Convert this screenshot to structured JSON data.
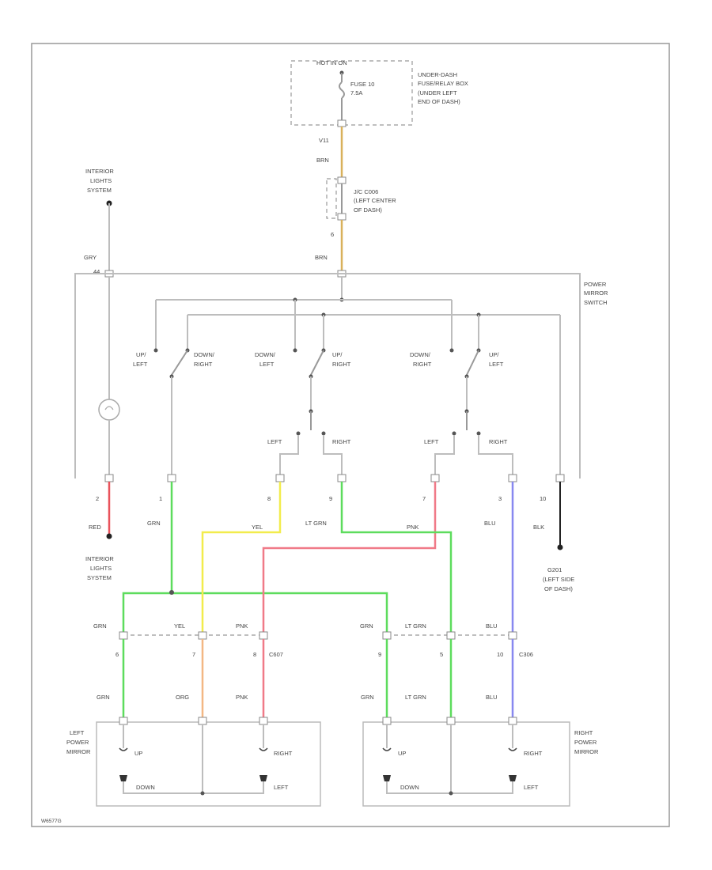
{
  "hot_label": "HOT IN ON",
  "fuse_label": [
    "FUSE 10",
    "7.5A"
  ],
  "fuse_box_label": [
    "UNDER-DASH",
    "FUSE/RELAY BOX",
    "(UNDER LEFT",
    "END OF DASH)"
  ],
  "pin_v11": "V11",
  "wire_brn_top": "BRN",
  "jc_label": [
    "J/C C006",
    "(LEFT CENTER",
    "OF DASH)"
  ],
  "pin_6": "6",
  "wire_brn_mid": "BRN",
  "int_lights_top": [
    "INTERIOR",
    "LIGHTS",
    "SYSTEM"
  ],
  "wire_gry": "GRY",
  "pin_44": "44",
  "power_mirror_switch": [
    "POWER",
    "MIRROR",
    "SWITCH"
  ],
  "switch_labels": {
    "up_left_a": [
      "UP/",
      "LEFT"
    ],
    "down_right_a": [
      "DOWN/",
      "RIGHT"
    ],
    "down_left": [
      "DOWN/",
      "LEFT"
    ],
    "up_right": [
      "UP/",
      "RIGHT"
    ],
    "down_right_b": [
      "DOWN/",
      "RIGHT"
    ],
    "up_left_b": [
      "UP/",
      "LEFT"
    ]
  },
  "selector": {
    "left1": "LEFT",
    "right1": "RIGHT",
    "left2": "LEFT",
    "right2": "RIGHT"
  },
  "switch_pins": [
    "2",
    "1",
    "8",
    "9",
    "7",
    "3",
    "10"
  ],
  "switch_wires": [
    "RED",
    "GRN",
    "YEL",
    "LT GRN",
    "PNK",
    "BLU",
    "BLK"
  ],
  "int_lights_bottom": [
    "INTERIOR",
    "LIGHTS",
    "SYSTEM"
  ],
  "ground_label": [
    "G201",
    "(LEFT SIDE",
    "OF DASH)"
  ],
  "conn_upper_wires": [
    "GRN",
    "YEL",
    "PNK",
    "GRN",
    "LT GRN",
    "BLU"
  ],
  "conn_pins": [
    "6",
    "7",
    "8",
    "9",
    "5",
    "10"
  ],
  "conn_labels": {
    "c_left": "C607",
    "c_right": "C306"
  },
  "conn_lower_wires": [
    "GRN",
    "ORG",
    "PNK",
    "GRN",
    "LT GRN",
    "BLU"
  ],
  "left_mirror_label": [
    "LEFT",
    "POWER",
    "MIRROR"
  ],
  "right_mirror_label": [
    "RIGHT",
    "POWER",
    "MIRROR"
  ],
  "motor_labels": {
    "up": "UP",
    "right": "RIGHT",
    "down": "DOWN",
    "left": "LEFT"
  },
  "figure_id": "W6577G",
  "colors": {
    "brown_wire": "#d9b15c",
    "red_wire": "#e9525b",
    "green_wire": "#5ddc5d",
    "yellow_wire": "#f2ec4c",
    "pink_wire": "#f07a88",
    "blue_wire": "#8888f0",
    "orange_wire": "#f3b784",
    "black_wire": "#222222",
    "gray_wire": "#bdbdbd"
  }
}
